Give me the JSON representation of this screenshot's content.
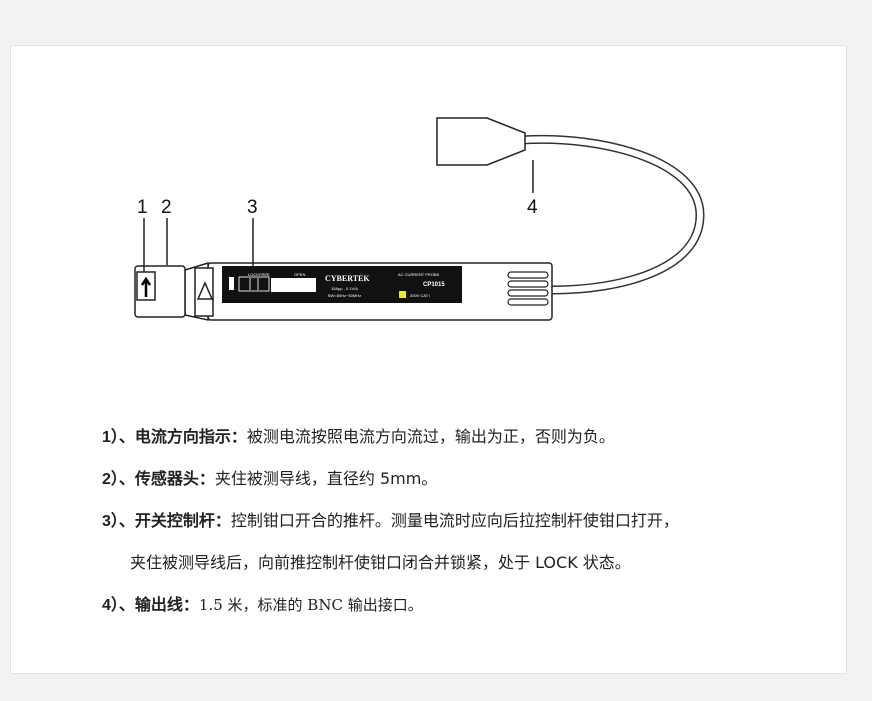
{
  "callouts": [
    "1",
    "2",
    "3",
    "4"
  ],
  "probe": {
    "lock": "LOCK",
    "free": "FREE",
    "open": "OPEN",
    "brand": "CYBERTEK",
    "spec1": "15App , 0.1V/A",
    "spec2": "BW=50Hz~50MHz",
    "type": "AC CURRENT PROBE",
    "model": "CP1015",
    "rating": "300V CAT I"
  },
  "items": [
    {
      "label": "1）、电流方向指示：",
      "text": "被测电流按照电流方向流过，输出为正，否则为负。"
    },
    {
      "label": "2）、传感器头：",
      "text": "夹住被测导线，直径约 5mm。"
    },
    {
      "label": "3）、开关控制杆：",
      "text": "控制钳口开合的推杆。测量电流时应向后拉控制杆使钳口打开，",
      "cont": "夹住被测导线后，向前推控制杆使钳口闭合并锁紧，处于 LOCK 状态。"
    },
    {
      "label": "4）、输出线：",
      "text": "1.5 米，标准的 BNC 输出接口。"
    }
  ]
}
